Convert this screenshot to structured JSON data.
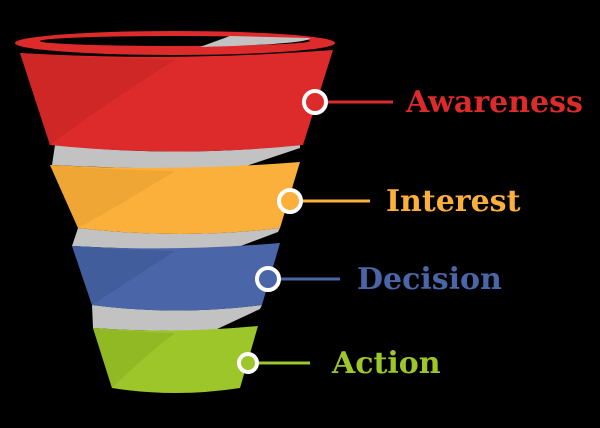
{
  "title": "Marketing Funnel",
  "stages": [
    {
      "label": "Awareness",
      "color": "#dd2a2a"
    },
    {
      "label": "Interest",
      "color": "#fbb03b"
    },
    {
      "label": "Decision",
      "color": "#4a66a8"
    },
    {
      "label": "Action",
      "color": "#9cc62a"
    }
  ],
  "connector_color": "#c2c2c2"
}
